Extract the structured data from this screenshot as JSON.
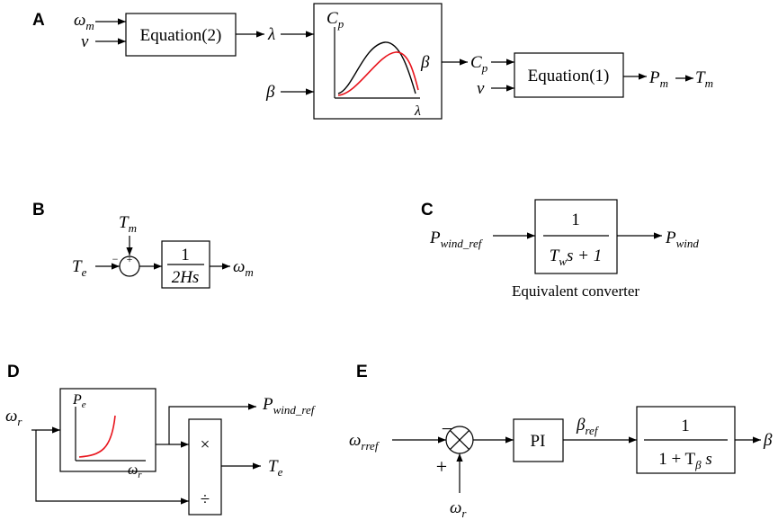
{
  "panels": {
    "A": {
      "label": "A",
      "in_omega": "ω",
      "in_omega_sub": "m",
      "in_v": "v",
      "eq2": "Equation(2)",
      "lambda_out": "λ",
      "beta_in": "β",
      "plot_cp": "C",
      "plot_cp_sub": "p",
      "plot_lambda": "λ",
      "plot_beta": "β",
      "cp_out": "C",
      "cp_out_sub": "p",
      "v_in2": "v",
      "eq1": "Equation(1)",
      "pm": "P",
      "pm_sub": "m",
      "tm": "T",
      "tm_sub": "m",
      "curve_colors": {
        "black": "#000000",
        "red": "#e8141c"
      }
    },
    "B": {
      "label": "B",
      "tm": "T",
      "tm_sub": "m",
      "te": "T",
      "te_sub": "e",
      "plus": "+",
      "minus": "−",
      "num": "1",
      "den": "2Hs",
      "out": "ω",
      "out_sub": "m"
    },
    "C": {
      "label": "C",
      "in": "P",
      "in_sub": "wind_ref",
      "num": "1",
      "den_a": "T",
      "den_a_sub": "w",
      "den_b": "s + 1",
      "out": "P",
      "out_sub": "wind",
      "caption": "Equivalent converter"
    },
    "D": {
      "label": "D",
      "in": "ω",
      "in_sub": "r",
      "plot_pe": "P",
      "plot_pe_sub": "e",
      "plot_wr": "ω",
      "plot_wr_sub": "r",
      "out_pref": "P",
      "out_pref_sub": "wind_ref",
      "mul": "×",
      "div": "÷",
      "out_te": "T",
      "out_te_sub": "e",
      "curve_color": "#e8141c"
    },
    "E": {
      "label": "E",
      "in": "ω",
      "in_sub": "rref",
      "minus": "−",
      "plus": "+",
      "fb": "ω",
      "fb_sub": "r",
      "pi": "PI",
      "bref": "β",
      "bref_sub": "ref",
      "num": "1",
      "den_a": "1 + T",
      "den_a_sub": "β",
      "den_b": " s",
      "out": "β"
    }
  }
}
